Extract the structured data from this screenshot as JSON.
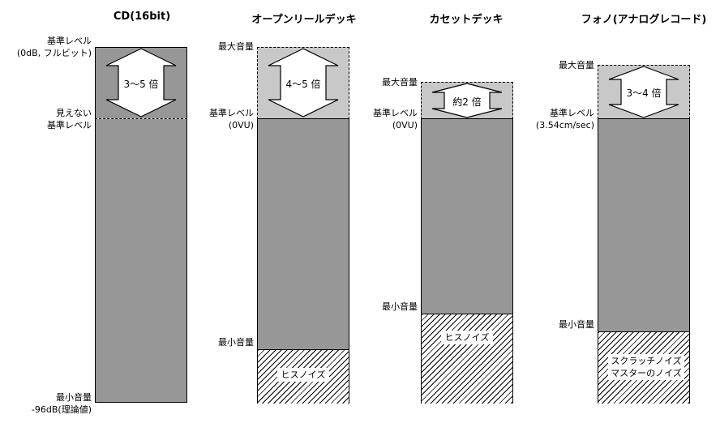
{
  "columns": [
    {
      "title": "CD(16bit)",
      "ref_label_1": "基準レベル",
      "ref_label_2": "(0dB, フルビット)",
      "invisible_label_1": "見えない",
      "invisible_label_2": "基準レベル",
      "min_label_1": "最小音量",
      "min_label_2": "-96dB(理論値)",
      "arrow_text": "3～5 倍"
    },
    {
      "title": "オープンリールデッキ",
      "max_label": "最大音量",
      "ref_label_1": "基準レベル",
      "ref_label_2": "(0VU)",
      "min_label": "最小音量",
      "arrow_text": "4～5 倍",
      "noise_text": "ヒスノイズ"
    },
    {
      "title": "カセットデッキ",
      "max_label": "最大音量",
      "ref_label_1": "基準レベル",
      "ref_label_2": "(0VU)",
      "min_label": "最小音量",
      "arrow_text": "約2 倍",
      "noise_text": "ヒスノイズ"
    },
    {
      "title": "フォノ(アナログレコード)",
      "max_label": "最大音量",
      "ref_label_1": "基準レベル",
      "ref_label_2": "(3.54cm/sec)",
      "min_label": "最小音量",
      "arrow_text": "3～4 倍",
      "noise_text_1": "スクラッチノイズ",
      "noise_text_2": "マスターのノイズ"
    }
  ],
  "colors": {
    "signal": "#979797",
    "headroom": "#c8c8c8",
    "outline": "#000000"
  }
}
